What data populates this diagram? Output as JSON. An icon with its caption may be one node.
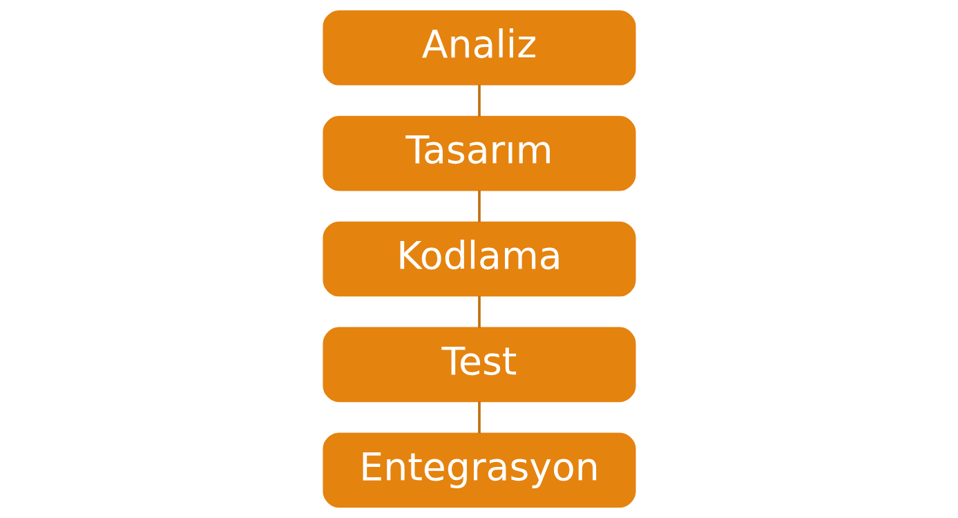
{
  "diagram": {
    "nodes": [
      {
        "text": [
          "Analiz"
        ]
      },
      {
        "text": [
          "Tasarım"
        ]
      },
      {
        "text": [
          "Kodlama"
        ]
      },
      {
        "text": [
          "Test"
        ]
      },
      {
        "text": [
          "Entegrasyon"
        ]
      }
    ],
    "edges": [
      {
        "from": 0,
        "to": 1,
        "arrow": "none"
      },
      {
        "from": 1,
        "to": 2,
        "arrow": "none"
      },
      {
        "from": 2,
        "to": 3,
        "arrow": "none"
      },
      {
        "from": 3,
        "to": 4,
        "arrow": "none"
      }
    ]
  }
}
